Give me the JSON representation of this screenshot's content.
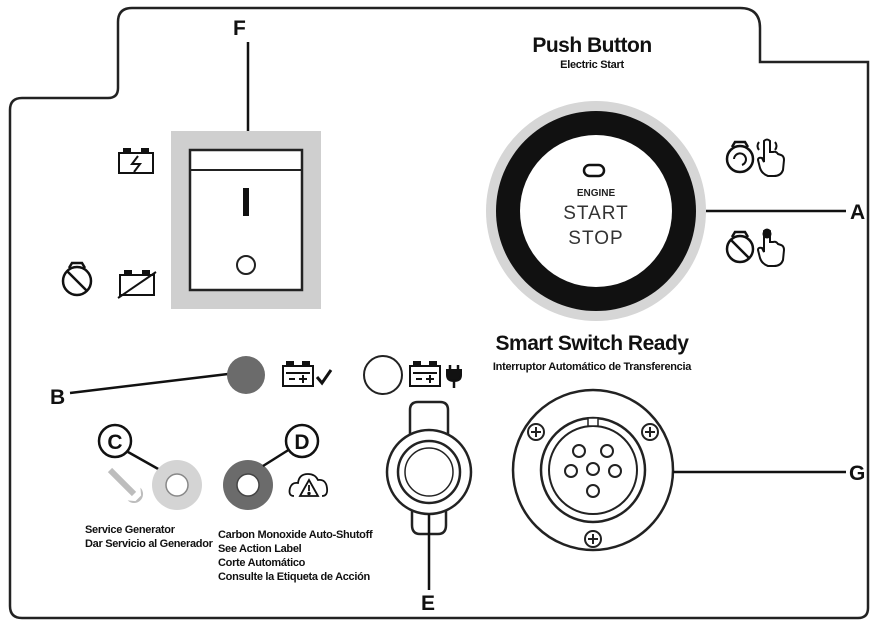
{
  "callouts": {
    "a": "A",
    "b": "B",
    "c": "C",
    "d": "D",
    "e": "E",
    "f": "F",
    "g": "G"
  },
  "push_button": {
    "title": "Push Button",
    "subtitle": "Electric Start",
    "engine": "ENGINE",
    "start": "START",
    "stop": "STOP"
  },
  "rocker_switch": {
    "on_mark": "I",
    "off_mark": "O"
  },
  "smart_switch": {
    "title": "Smart Switch Ready",
    "subtitle": "Interruptor Automático de Transferencia"
  },
  "service": {
    "line1": "Service Generator",
    "line2": "Dar Servicio al Generador"
  },
  "carbon_monoxide": {
    "line1": "Carbon Monoxide Auto-Shutoff",
    "line2": "See Action Label",
    "line3": "Corte Automático",
    "line4": "Consulte la Etiqueta de Acción"
  },
  "colors": {
    "outline": "#222222",
    "switch_bezel": "#cfcfcf",
    "indicator_dark": "#6b6b6b",
    "service_ring": "#d4d4d4",
    "co_ring": "#6b6b6b"
  }
}
